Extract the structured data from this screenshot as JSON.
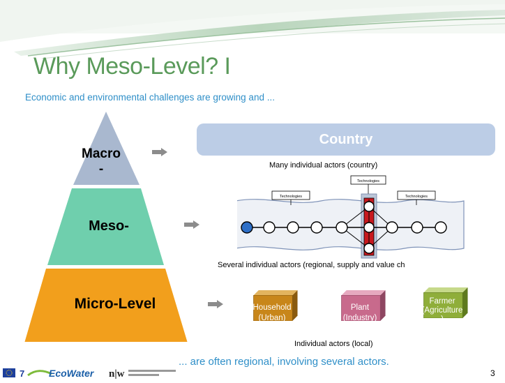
{
  "slide": {
    "title": "Why Meso-Level? I",
    "subtitle": "Economic and environmental challenges are growing and ...",
    "footer_text": "... are often regional, involving several actors.",
    "page_number": "3"
  },
  "pyramid": {
    "macro_label_line1": "Macro",
    "macro_label_line2": "-",
    "meso_label": "Meso-",
    "micro_label": "Micro-Level",
    "colors": {
      "macro": "#a9b8cf",
      "meso": "#6fcfad",
      "micro": "#f29f1c"
    }
  },
  "macro_row": {
    "country_label": "Country",
    "caption": "Many individual actors (country)"
  },
  "meso_row": {
    "caption": "Several individual actors (regional, supply and value ch",
    "tags": [
      "Technologies",
      "Technologies",
      "Technologies"
    ]
  },
  "micro_row": {
    "caption": "Individual actors (local)",
    "boxes": [
      {
        "line1": "Household",
        "line2": "(Urban)",
        "color": "#c8861a"
      },
      {
        "line1": "Plant",
        "line2": "(Industry)",
        "color": "#c86a8c"
      },
      {
        "line1": "Farmer",
        "line2": "(Agriculture",
        "line3": ")",
        "color": "#8fae3a"
      }
    ]
  },
  "footer": {
    "logo_ecowater": "EcoWater",
    "logo_nw": "n|w",
    "logo_7": "7"
  }
}
